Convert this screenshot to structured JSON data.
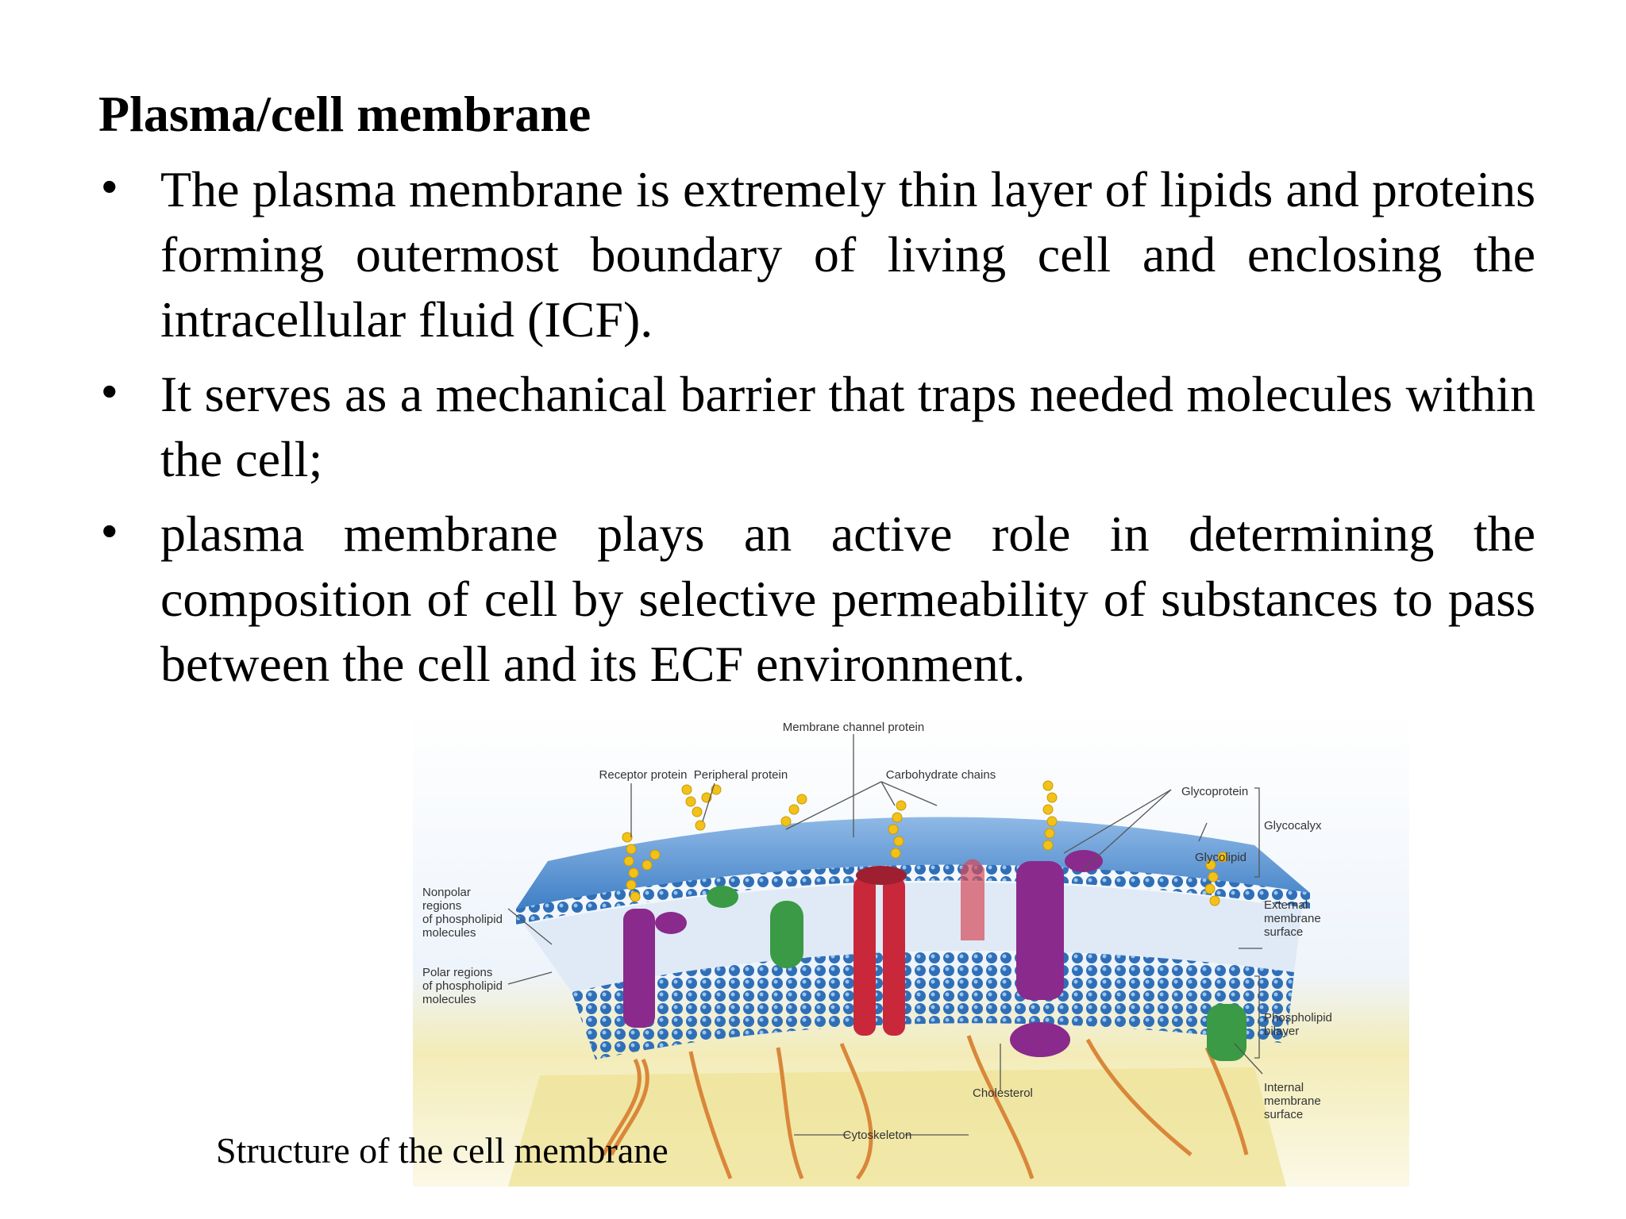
{
  "title": "Plasma/cell membrane",
  "bullets": [
    "The plasma membrane is extremely thin layer of lipids and proteins forming outermost boundary of living cell and enclosing the intracellular fluid (ICF).",
    "It serves as a mechanical barrier that traps needed molecules within the cell;",
    "plasma membrane plays an active role in determining the composition of cell by selective permeability of substances to pass between the cell and its ECF environment."
  ],
  "figure": {
    "caption": "Structure of the cell membrane",
    "labels": {
      "membrane_channel_protein": "Membrane channel protein",
      "receptor_protein": "Receptor protein",
      "peripheral_protein": "Peripheral protein",
      "carbohydrate_chains": "Carbohydrate chains",
      "glycoprotein": "Glycoprotein",
      "glycocalyx": "Glycocalyx",
      "glycolipid": "Glycolipid",
      "nonpolar_1": "Nonpolar",
      "nonpolar_2": "regions",
      "nonpolar_3": "of phospholipid",
      "nonpolar_4": "molecules",
      "polar_1": "Polar regions",
      "polar_2": "of phospholipid",
      "polar_3": "molecules",
      "external_1": "External",
      "external_2": "membrane",
      "external_3": "surface",
      "bilayer_1": "Phospholipid",
      "bilayer_2": "bilayer",
      "internal_1": "Internal",
      "internal_2": "membrane",
      "internal_3": "surface",
      "cholesterol": "Cholesterol",
      "cytoskeleton": "Cytoskeleton"
    },
    "colors": {
      "phospholipid_head": "#2f6fb8",
      "protein_purple": "#8a2a8c",
      "protein_red": "#c8283a",
      "protein_green": "#3a9a45",
      "carbohydrate": "#f2c21a",
      "cytoskeleton": "#d9873a",
      "cytoplasm": "#efe39a"
    }
  }
}
